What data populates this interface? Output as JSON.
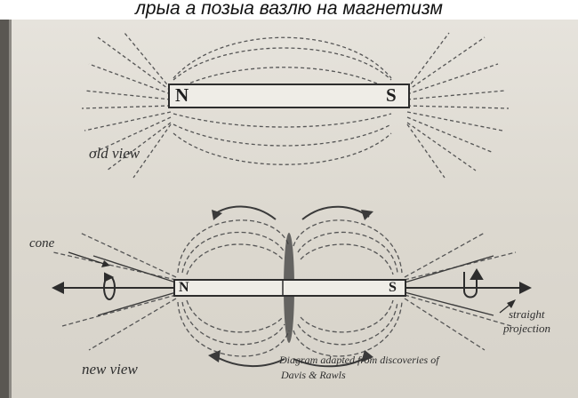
{
  "caption": "лрыа а позыа вазлю на магнетизм",
  "old_view": {
    "label": "old view",
    "north": "N",
    "south": "S"
  },
  "new_view": {
    "label": "new view",
    "north": "N",
    "south": "S",
    "cone_label": "cone",
    "straight_label_line1": "straight",
    "straight_label_line2": "projection",
    "credit_line1": "Diagram adapted from discoveries of",
    "credit_line2": "Davis & Rawls"
  },
  "colors": {
    "paper": "#ddd9d0",
    "ink": "#3a3a3a",
    "magnet_fill": "#efede7"
  }
}
